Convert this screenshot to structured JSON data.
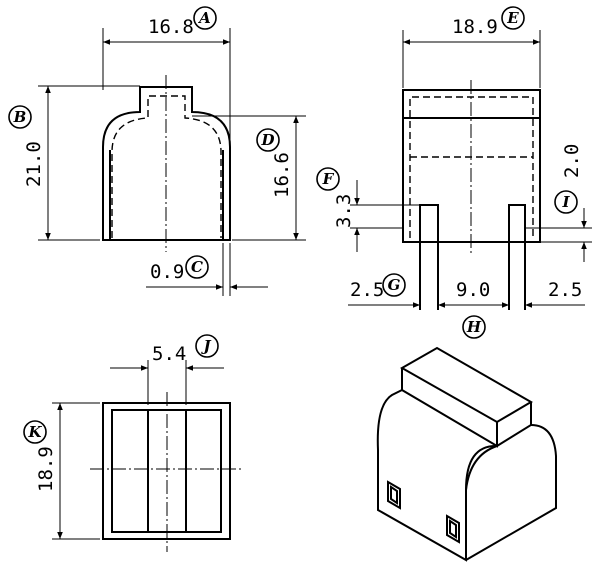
{
  "dimensions": {
    "A": "16.8",
    "B": "21.0",
    "C": "0.9",
    "D": "16.6",
    "E": "18.9",
    "F": "3.3",
    "G": "2.5",
    "H": "9.0",
    "H_right": "2.5",
    "I": "2.0",
    "J": "5.4",
    "K": "18.9"
  },
  "labels": {
    "A": "A",
    "B": "B",
    "C": "C",
    "D": "D",
    "E": "E",
    "F": "F",
    "G": "G",
    "H": "H",
    "I": "I",
    "J": "J",
    "K": "K"
  }
}
